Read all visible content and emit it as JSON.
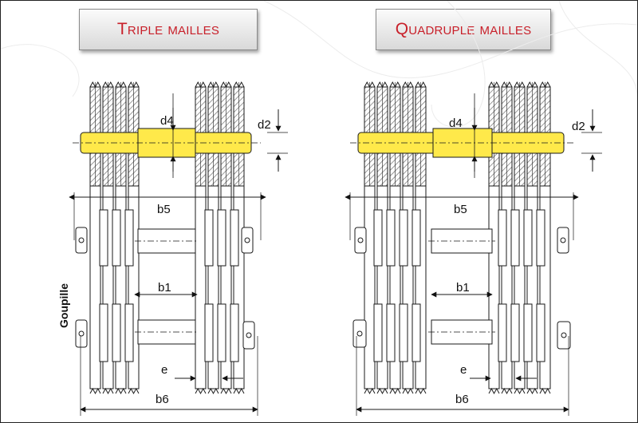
{
  "diagrams": [
    {
      "id": "triple",
      "title": "Triple mailles",
      "labels": {
        "d4": "d4",
        "d2": "d2",
        "b5": "b5",
        "b1": "b1",
        "e": "e",
        "b6": "b6",
        "pin": "Goupille"
      }
    },
    {
      "id": "quadruple",
      "title": "Quadruple mailles",
      "labels": {
        "d4": "d4",
        "d2": "d2",
        "b5": "b5",
        "b1": "b1",
        "e": "e",
        "b6": "b6"
      }
    }
  ],
  "colors": {
    "title_text": "#c8202a",
    "pin_yellow": "#ffe94a",
    "hatch": "#6e6e6e",
    "line": "#1a1a1a"
  }
}
